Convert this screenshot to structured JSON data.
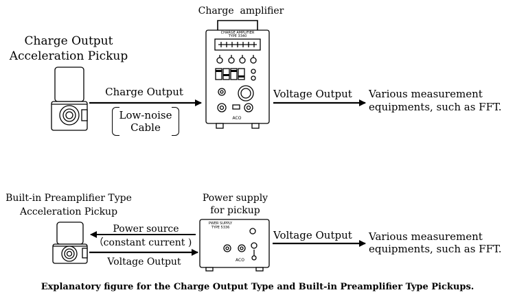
{
  "top": {
    "pickup_label": [
      "Charge Output",
      "Acceleration Pickup"
    ],
    "amplifier_title": "Charge  amplifier",
    "charge_output_label": "Charge Output",
    "cable_label": [
      "Low-noise",
      "Cable"
    ],
    "voltage_output_label": "Voltage Output",
    "equipment_label": [
      "Various measurement",
      "equipments, such as FFT."
    ]
  },
  "bottom": {
    "pickup_label": [
      "Built-in Preamplifier Type",
      "Acceleration Pickup"
    ],
    "supply_title": [
      "Power supply",
      "for pickup"
    ],
    "power_source_label": "Power source",
    "constant_current_label": "（constant current )",
    "voltage_output_return_label": "Voltage Output",
    "voltage_output_label": "Voltage Output",
    "equipment_label": [
      "Various measurement",
      "equipments, such as FFT."
    ]
  },
  "device_text": {
    "amp_name": "CHARGE AMPLIFIER",
    "amp_type": "TYPE 3340",
    "supply_name": "PWER SUPPLY",
    "supply_type": "TYPE 5336",
    "brand": "ACO"
  },
  "caption": "Explanatory figure for the Charge Output Type and Built-in Preamplifier Type Pickups."
}
